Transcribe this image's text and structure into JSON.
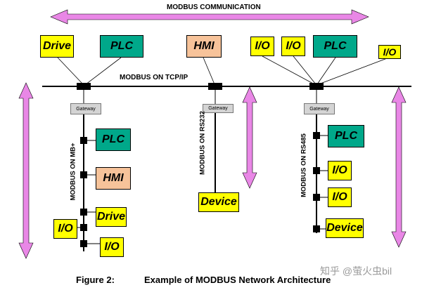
{
  "title": "MODBUS COMMUNICATION",
  "tcp_label": "MODBUS ON TCP/IP",
  "gateway_label": "Gateway",
  "branches": {
    "left": "MODBUS ON MB+",
    "middle": "MODBUS ON RS232",
    "right": "MODBUS ON RS485"
  },
  "top_devices": {
    "drive": "Drive",
    "plc_left": "PLC",
    "hmi": "HMI",
    "io_1": "I/O",
    "io_2": "I/O",
    "plc_right": "PLC",
    "io_3": "I/O"
  },
  "left_branch_devices": {
    "plc": "PLC",
    "hmi": "HMI",
    "drive": "Drive",
    "io_left": "I/O",
    "io_bottom": "I/O"
  },
  "middle_branch_devices": {
    "device": "Device"
  },
  "right_branch_devices": {
    "plc": "PLC",
    "io_1": "I/O",
    "io_2": "I/O",
    "device": "Device"
  },
  "caption": {
    "figure": "Figure 2:",
    "text": "Example of MODBUS Network Architecture"
  },
  "watermark": "知乎 @萤火虫bil",
  "colors": {
    "yellow": "#ffff00",
    "green": "#00a88a",
    "peach": "#f7c39a",
    "arrow": "#e987e6",
    "gateway": "#d4d4d4"
  }
}
